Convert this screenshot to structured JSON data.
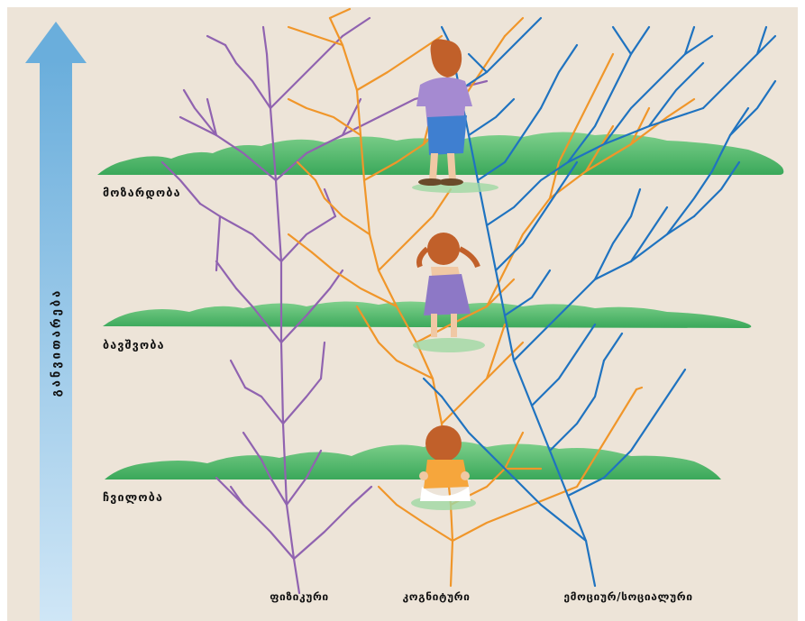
{
  "axis": {
    "label": "განვითარება"
  },
  "stages": {
    "adolescence": "მოზარდობა",
    "childhood": "ბავშვობა",
    "infancy": "ჩვილობა"
  },
  "domains": {
    "physical": {
      "label": "ფიზიკური",
      "color": "#9063b0"
    },
    "cognitive": {
      "label": "კოგნიტური",
      "color": "#f0962a"
    },
    "emotional": {
      "label": "ემოციურ/სოციალური",
      "color": "#1f73c0"
    }
  },
  "colors": {
    "background": "#ede4d8",
    "hills": "#4dba6a",
    "arrow_top": "#6aaedc",
    "arrow_bottom": "#cfe6f6"
  }
}
